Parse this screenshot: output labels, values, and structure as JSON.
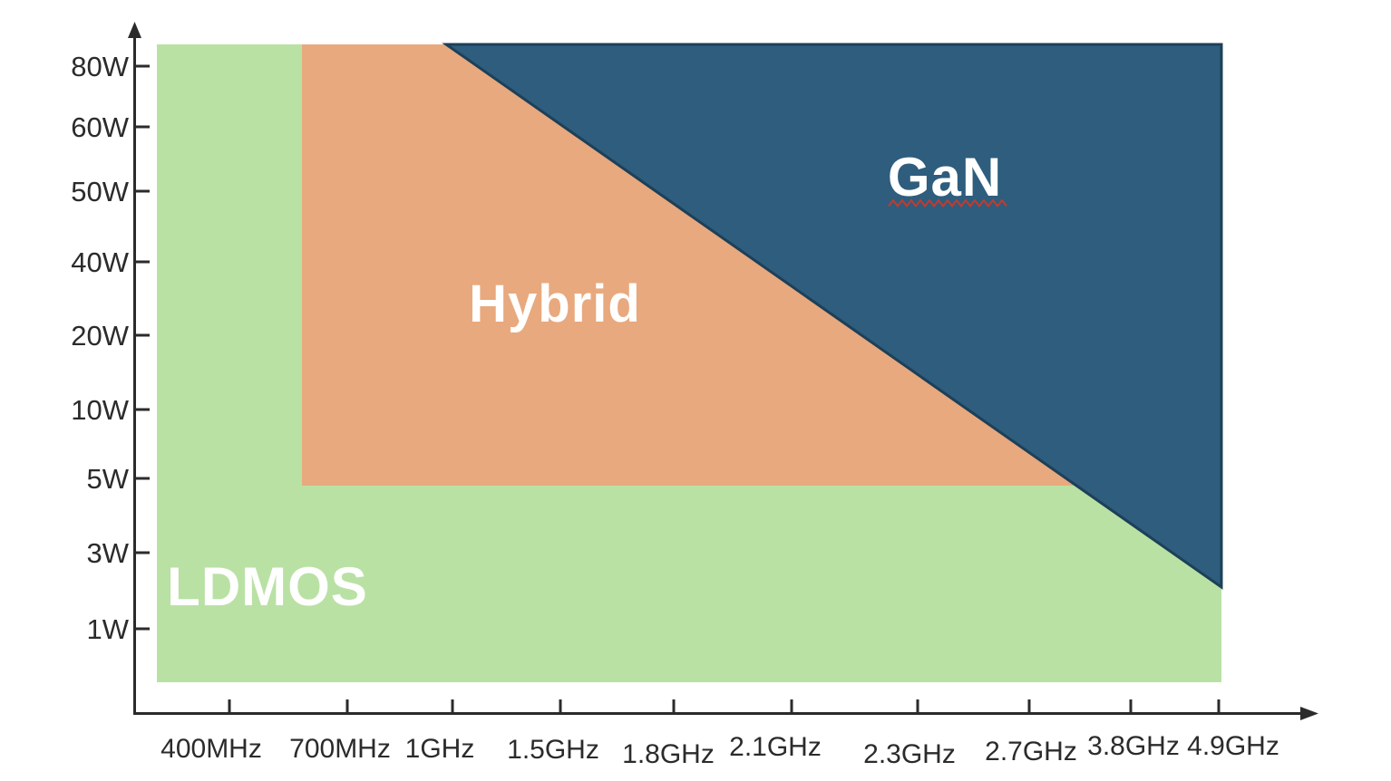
{
  "chart_data": {
    "type": "area",
    "title": "",
    "xlabel": "",
    "ylabel": "",
    "grid": false,
    "legend": false,
    "x_tick_labels": [
      "400MHz",
      "700MHz",
      "1GHz",
      "1.5GHz",
      "1.8GHz",
      "2.1GHz",
      "2.3GHz",
      "2.7GHz",
      "3.8GHz",
      "4.9GHz"
    ],
    "y_tick_labels": [
      "80W",
      "60W",
      "50W",
      "40W",
      "20W",
      "10W",
      "5W",
      "3W",
      "1W"
    ],
    "axis_color": "#2b2b2b",
    "regions": [
      {
        "name": "LDMOS",
        "fill": "#b9e1a4",
        "label_color": "#ffffff",
        "extent": "background region covering full plotted band, 400MHz to 4.9GHz, below ~85W on the left, below the Hybrid/GaN regions elsewhere; visible as left column below 4.9GHz and bottom band below ~4.5W"
      },
      {
        "name": "Hybrid",
        "fill": "#e8a97e",
        "label_color": "#ffffff",
        "extent": "from ~600-700MHz rightward, above ~4.5W, left of the GaN diagonal boundary"
      },
      {
        "name": "GaN",
        "fill": "#2e5d7d",
        "stroke": "#1d4059",
        "label_color": "#ffffff",
        "extent": "upper-right triangular region above the diagonal boundary running from ~1GHz at ~90W down to ~4.9GHz at ~2W"
      }
    ],
    "annotations": [
      {
        "name": "spellcheck-underline",
        "attached_to": "GaN",
        "style": "wavy",
        "color": "#c23b2e"
      }
    ]
  }
}
